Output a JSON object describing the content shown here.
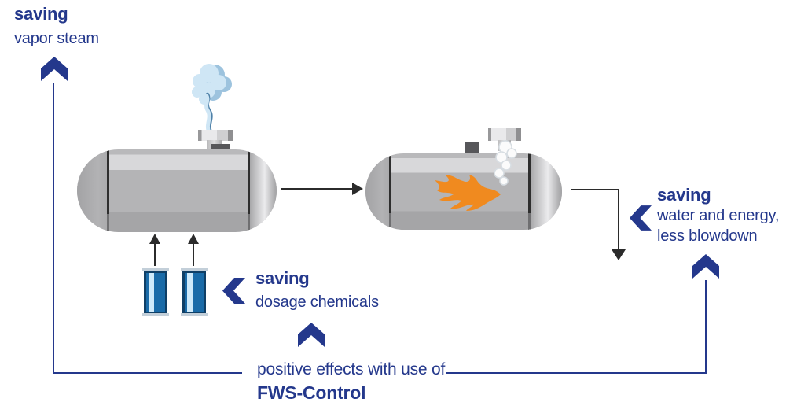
{
  "labels": {
    "vapor": {
      "title": "saving",
      "subtitle": "vapor steam"
    },
    "dosage": {
      "title": "saving",
      "subtitle": "dosage chemicals"
    },
    "water": {
      "title": "saving",
      "line1": "water and energy,",
      "line2": "less blowdown"
    },
    "footer": {
      "line1": "positive effects with use of",
      "line2": "FWS-Control"
    }
  },
  "colors": {
    "navy": "#24388c",
    "arrow_black": "#2b2b2b",
    "flame_orange": "#f08a1f",
    "chemical_blue": "#1a6ba8",
    "steam_blue": "#cfe6f5",
    "tank_gray": "#b4b4b6"
  },
  "icons": {
    "chevron_up": "^",
    "chevron_left": "<",
    "flow_arrow_right": "→",
    "dosing_arrow_up": "↑",
    "blowdown_arrow_down": "↓",
    "steam_cloud": "☁",
    "flame": "🔥"
  }
}
